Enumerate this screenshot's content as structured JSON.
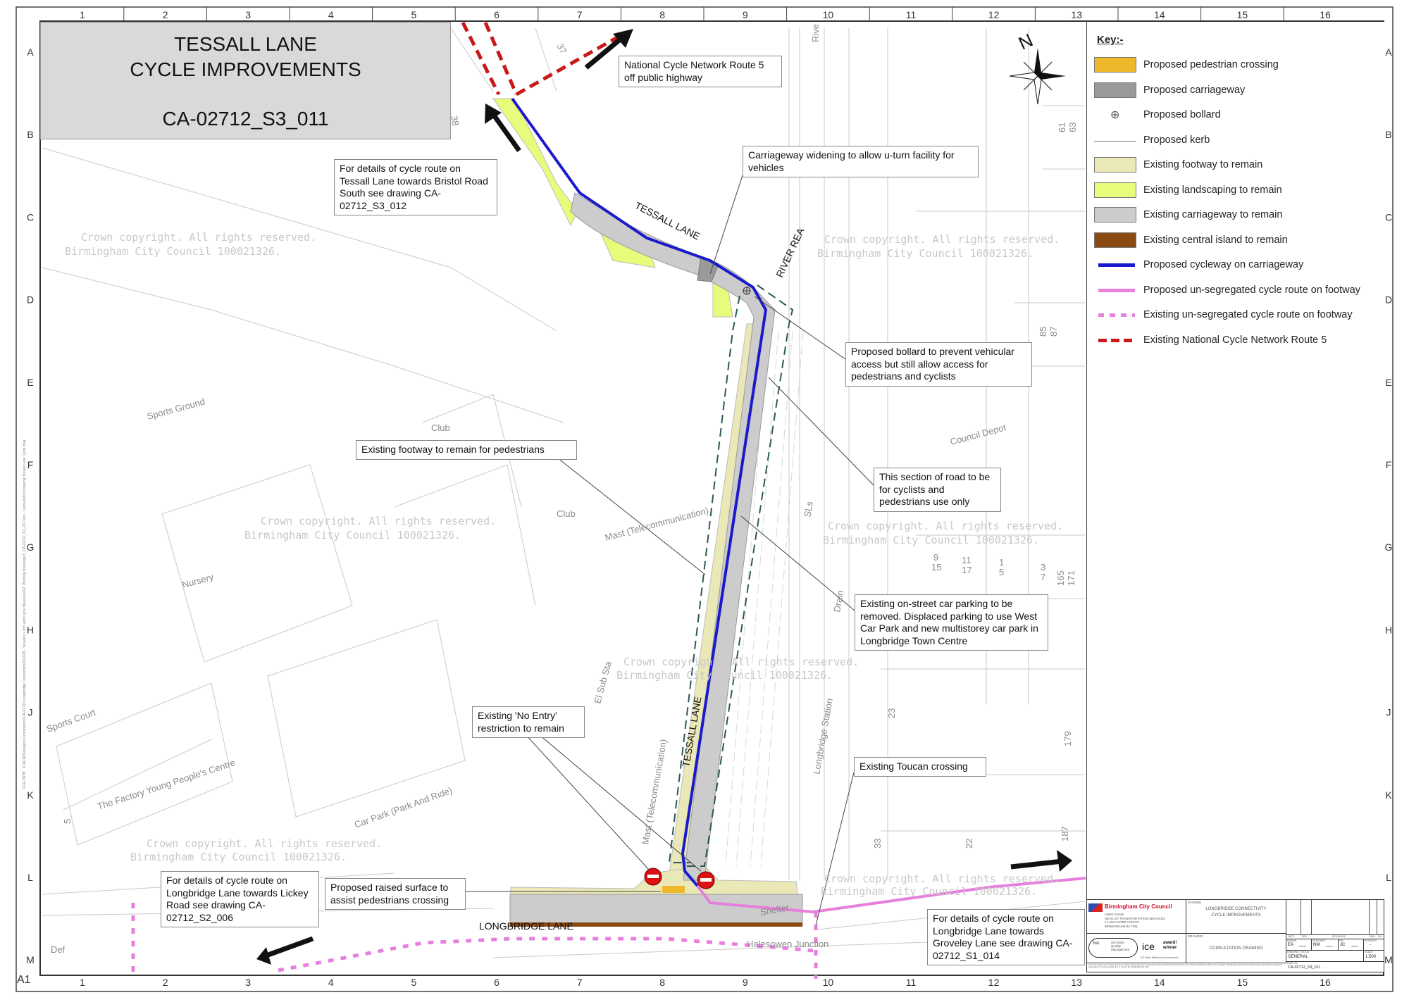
{
  "title": {
    "line1": "TESSALL LANE",
    "line2": "CYCLE IMPROVEMENTS",
    "drawing_no": "CA-02712_S3_011"
  },
  "grid": {
    "columns": [
      "1",
      "2",
      "3",
      "4",
      "5",
      "6",
      "7",
      "8",
      "9",
      "10",
      "11",
      "12",
      "13",
      "14",
      "15",
      "16"
    ],
    "rows": [
      "A",
      "B",
      "C",
      "D",
      "E",
      "F",
      "G",
      "H",
      "J",
      "K",
      "L",
      "M"
    ],
    "sheet_size": "A1"
  },
  "file_path": "FILE PATH : X:\\ACAD\\Designs\\Commissions\\CA-02712 Longbridge Connectivity\\03 A38 - Tessall Ln Jctn and Cycle Measures\\02. Working Drawings\\T_CA-02712_S3_011 Rev - Consultation Drawing Tessall Lane Cycle.dwg",
  "watermark": {
    "line1": "Crown copyright. All rights reserved.",
    "line2": "Birmingham  City  Council     100021326."
  },
  "north": "N",
  "key": {
    "title": "Key:-",
    "items": [
      {
        "label": "Proposed pedestrian crossing",
        "color": "#f0b92c"
      },
      {
        "label": "Proposed carriageway",
        "color": "#9a9a9a"
      },
      {
        "label": "Proposed bollard",
        "icon": "bollard-icon"
      },
      {
        "label": "Proposed kerb",
        "color": "#777777"
      },
      {
        "label": "Existing footway to remain",
        "color": "#ebe8b8"
      },
      {
        "label": "Existing landscaping to remain",
        "color": "#e8fc7c"
      },
      {
        "label": "Existing carriageway to remain",
        "color": "#cccccc"
      },
      {
        "label": "Existing central island to remain",
        "color": "#8b4a12"
      },
      {
        "label": "Proposed cycleway on carriageway",
        "color": "#1a1acc"
      },
      {
        "label": "Proposed un-segregated cycle route on footway",
        "color": "#e680dc"
      },
      {
        "label": "Existing un-segregated cycle route on footway",
        "color": "#e680dc"
      },
      {
        "label": "Existing National Cycle Network Route 5",
        "color": "#c81818"
      }
    ]
  },
  "callouts": {
    "ncn": "National Cycle Network Route 5 off public highway",
    "bristol": "For details of cycle route on Tessall Lane towards Bristol Road South see drawing CA-02712_S3_012",
    "widening": "Carriageway widening to allow u-turn facility for vehicles",
    "bollard": "Proposed bollard to prevent vehicular access but still allow access for pedestrians and cyclists",
    "footway": "Existing footway to remain for pedestrians",
    "section": "This section of road to be for cyclists and pedestrians use only",
    "parking": "Existing on-street car parking to be removed. Displaced parking to use West Car Park and new multistorey car park in Longbridge Town Centre",
    "no_entry": "Existing 'No Entry' restriction to remain",
    "toucan": "Existing Toucan crossing",
    "lickey": "For details of cycle route on Longbridge Lane towards Lickey Road see drawing CA-02712_S2_006",
    "raised": "Proposed raised surface to assist pedestrians crossing",
    "groveley": "For details of cycle route on Longbridge Lane towards Groveley Lane see drawing CA-02712_S1_014"
  },
  "roads": {
    "tessall_north": "TESSALL LANE",
    "tessall_south": "TESSALL LANE",
    "river": "RIVER REA",
    "longbridge": "LONGBRIDGE LANE",
    "rive": "Rive"
  },
  "places": {
    "sports_ground": "Sports Ground",
    "club1": "Club",
    "club2": "Club",
    "nursery": "Nursery",
    "sports_court": "Sports Court",
    "factory": "The Factory Young People's Centre",
    "car_park": "Car Park (Park And Ride)",
    "mast": "Mast (Telecommunication)",
    "mast2": "Mast (Telecommunication)",
    "el_sub": "El Sub Sta",
    "depot": "Council Depot",
    "sls": "SLs",
    "drain": "Drain",
    "station": "Longbridge Station",
    "halesowen": "Halesowen Junction",
    "shelter": "Shelter",
    "def": "Def"
  },
  "house_numbers": [
    "37",
    "38",
    "61",
    "63",
    "85",
    "87",
    "9",
    "15",
    "11",
    "17",
    "1",
    "5",
    "3",
    "7",
    "165",
    "171",
    "23",
    "179",
    "33",
    "22",
    "187",
    "5"
  ],
  "title_block": {
    "council": "Birmingham City Council",
    "address": [
      "ANNE SHAW",
      "HEAD OF TRANSPORTATION SERVICES",
      "1 LANCASTER CIRCUS",
      "BIRMINGHAM B4 7DQ"
    ],
    "scheme_label": "SCHEME",
    "scheme": [
      "LONGBRIDGE CONNECTIVITY",
      "CYCLE IMPROVEMENTS"
    ],
    "drawing_label": "DRAWING",
    "drawing": "CONSULTATION DRAWING",
    "iso": "ISO 9001 Quality Management",
    "bsi": "bsi.",
    "ice": "ice",
    "award": "award! winner",
    "award_caption": "ICE West Midlands Annual Awards",
    "disclaimer": "This map is based upon Ordnance Survey material with the permission of Ordnance Survey on behalf of the Controller of Her Majesty's Stationery Office Crown copyright. Unauthorised reproduction infringes Crown copyright and may lead to prosecution or civil proceedings. B.C.C. Licence No 100021326 Date 2015",
    "rev_header": [
      "DATE",
      "REV.",
      "REVISIONS",
      "DRN",
      "PM"
    ],
    "drawn_label": "DRAWN",
    "drawn": "EA",
    "drawn_date": "30/06/15",
    "designer_label": "DESIGNER",
    "designer": "NM",
    "designer_date": "30/06/15",
    "pm_label": "PM",
    "pm": "JC",
    "pm_date": "30/06/15",
    "revision_label": "REVISION",
    "revision": "-",
    "status_label": "DRAWING STATUS",
    "status": "GENERAL",
    "scale_label": "SCALE",
    "scale": "1:500",
    "dwg_label": "DWG. No",
    "dwg": "CA-02712_S3_011"
  }
}
